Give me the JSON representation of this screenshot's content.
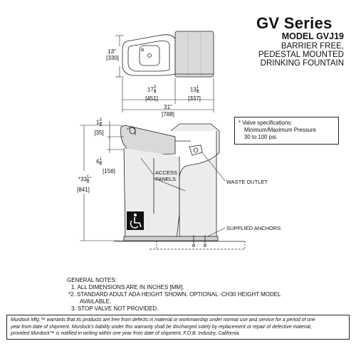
{
  "header": {
    "series": "GV Series",
    "model": "MODEL GVJ19",
    "desc_lines": [
      "BARRIER FREE,",
      "PEDESTAL MOUNTED",
      "DRINKING FOUNTAIN"
    ]
  },
  "top_view": {
    "height_in": "13\"",
    "height_mm": "[330]",
    "width1_in": "17",
    "width1_frac_num": "3",
    "width1_frac_den": "4",
    "width1_mm": "[451]",
    "width2_in": "13",
    "width2_frac_num": "1",
    "width2_frac_den": "4",
    "width2_mm": "[337]",
    "overall_in": "31\"",
    "overall_mm": "[788]"
  },
  "side_view": {
    "rim_in": "1",
    "rim_frac_num": "3",
    "rim_frac_den": "8",
    "rim_mm": "[35]",
    "bowl_in": "6",
    "bowl_frac_num": "1",
    "bowl_frac_den": "8",
    "bowl_mm": "[156]",
    "height_prefix": "*33",
    "height_frac_num": "1",
    "height_frac_den": "8",
    "height_suffix": "\"",
    "height_mm": "[841]",
    "access_panels_1": "ACCESS",
    "access_panels_2": "PANELS",
    "waste_outlet": "WASTE OUTLET",
    "supplied_anchors": "SUPPLIED ANCHORS"
  },
  "valve_box": {
    "line1": "* Valve specifications:",
    "line2": "Minimum/Maximum Pressure",
    "line3": "30 to 100 psi."
  },
  "notes": {
    "title": "GENERAL NOTES:",
    "n1": "1. ALL DIMENSIONS ARE IN INCHES [MM].",
    "n2a": "*2. STANDARD ADULT ADA HEIGHT SHOWN. OPTIONAL -CH30 HEIGHT MODEL",
    "n2b": "AVAILABLE.",
    "n3": "3. STOP VALVE NOT PROVIDED."
  },
  "warranty": {
    "line1": "Murdock Mfg.™ warrants that its products are free from defects in material or workmanship under normal use and service for a period of one",
    "line2": "year from date of shipment. Murdock's liability under this warranty shall be discharged solely by replacement or repair of defective material,",
    "line3": "provided Murdock™ is notified in writing within one year from date of shipment, F.O.B. Industry, California."
  },
  "icons": {
    "accessibility": "wheelchair-icon"
  }
}
